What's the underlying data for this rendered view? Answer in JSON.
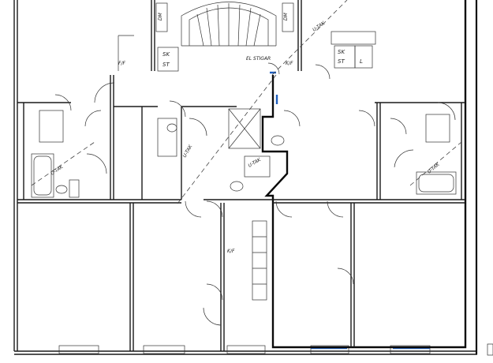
{
  "labels": {
    "dm_left": "DM",
    "dm_right": "DM",
    "sk_left": "SK",
    "st_left": "ST",
    "sk_right": "SK",
    "st_right": "ST",
    "l_right": "L",
    "fr_left": "F/F",
    "fr_right": "K/F",
    "el_stigar": "EL STIGAR",
    "utak_1": "U-TAK",
    "utak_2": "U-TAK",
    "utak_3": "U-TAK",
    "utak_4": "U-TAK",
    "utak_5": "U-TAK",
    "kf_lower": "K/F"
  },
  "colors": {
    "accent_blue": "#1f5fbf",
    "line": "#1a1a1a"
  }
}
